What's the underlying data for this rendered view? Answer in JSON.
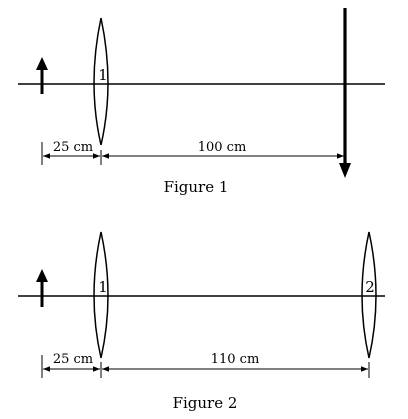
{
  "figure1": {
    "lens_label": "1",
    "dim_object_lens": "25 cm",
    "dim_lens_image": "100 cm",
    "caption": "Figure 1"
  },
  "figure2": {
    "lens1_label": "1",
    "lens2_label": "2",
    "dim_object_lens1": "25 cm",
    "dim_lens1_lens2": "110 cm",
    "caption": "Figure 2"
  },
  "colors": {
    "ink": "#000000",
    "background": "#ffffff"
  }
}
